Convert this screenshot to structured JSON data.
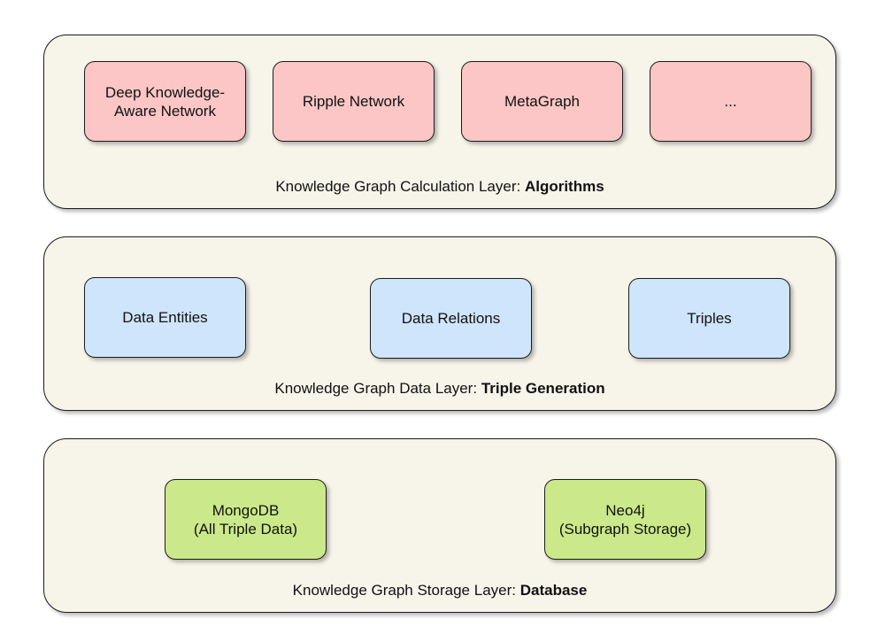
{
  "layers": [
    {
      "caption_prefix": "Knowledge Graph Calculation Layer:",
      "caption_bold": "Algorithms",
      "nodes": [
        {
          "lines": [
            "Deep Knowledge-",
            "Aware Network"
          ]
        },
        {
          "lines": [
            "Ripple Network"
          ]
        },
        {
          "lines": [
            "MetaGraph"
          ]
        },
        {
          "lines": [
            "..."
          ]
        }
      ]
    },
    {
      "caption_prefix": "Knowledge Graph Data Layer:",
      "caption_bold": "Triple Generation",
      "nodes": [
        {
          "lines": [
            "Data Entities"
          ]
        },
        {
          "lines": [
            "Data Relations"
          ]
        },
        {
          "lines": [
            "Triples"
          ]
        }
      ]
    },
    {
      "caption_prefix": "Knowledge Graph Storage Layer:",
      "caption_bold": "Database",
      "nodes": [
        {
          "lines": [
            "MongoDB",
            "(All Triple Data)"
          ]
        },
        {
          "lines": [
            "Neo4j",
            "(Subgraph Storage)"
          ]
        }
      ]
    }
  ],
  "colors": {
    "layer_fill": "#f7f4ea",
    "algorithm_node": "#fcc6c6",
    "data_node": "#cfe5fc",
    "storage_node": "#cbe98a"
  }
}
